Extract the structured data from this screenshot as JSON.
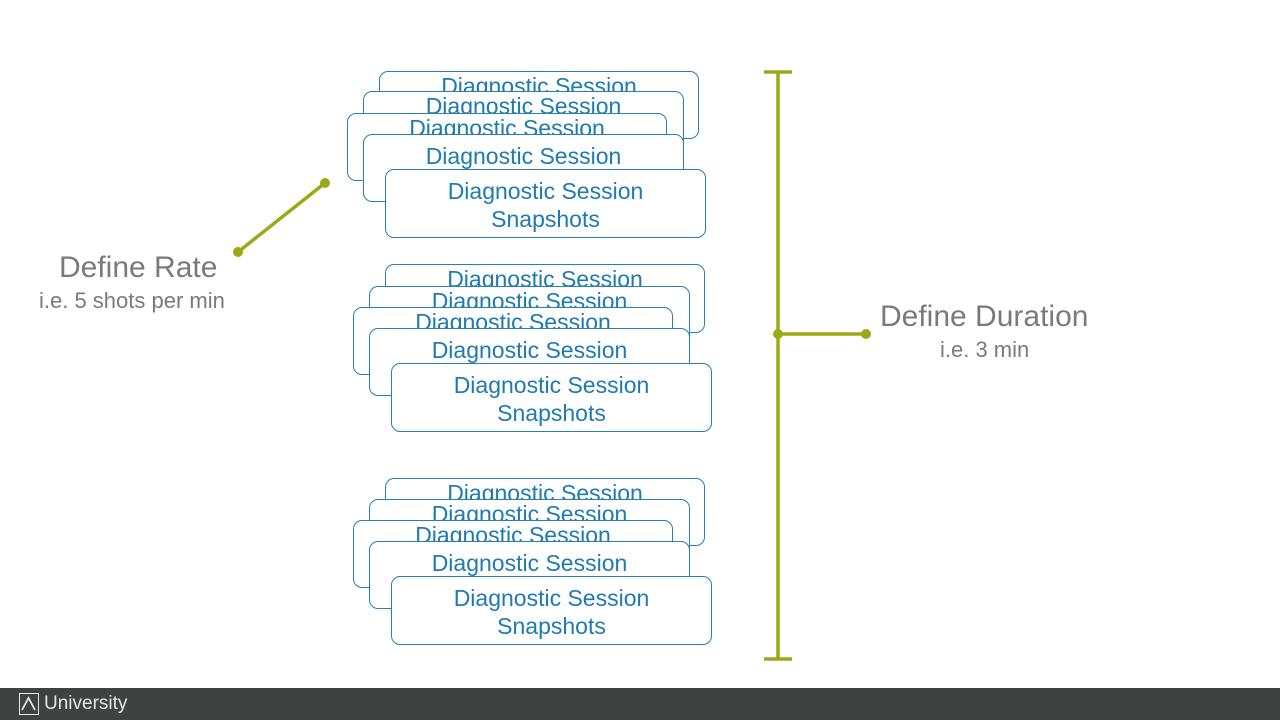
{
  "rate": {
    "title": "Define Rate",
    "subtitle": "i.e. 5 shots per min"
  },
  "duration": {
    "title": "Define Duration",
    "subtitle": "i.e. 3 min"
  },
  "card": {
    "line1": "Diagnostic Session",
    "line2": "Snapshots"
  },
  "footer": {
    "brand": "University"
  },
  "colors": {
    "accent": "#9aaa17",
    "card_border": "#2a7fae",
    "card_text": "#1f7ab0",
    "label": "#7a7a7a",
    "footer_bg": "#404141"
  },
  "icons": {
    "footer_logo": "mountain-a-logo-icon"
  }
}
